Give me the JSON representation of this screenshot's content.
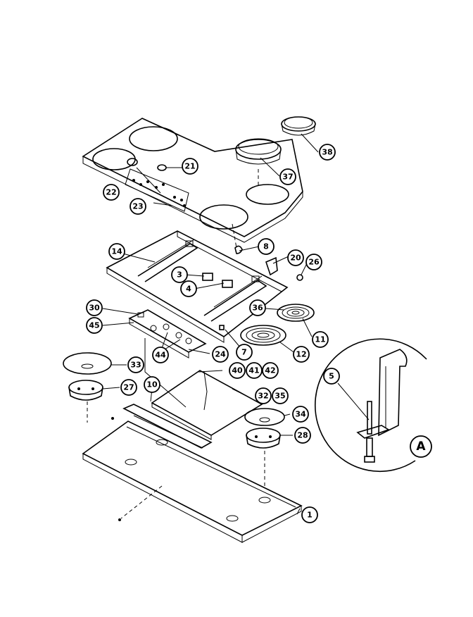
{
  "callouts": {
    "c1": "1",
    "c3": "3",
    "c4": "4",
    "c5": "5",
    "c7": "7",
    "c8": "8",
    "c10": "10",
    "c11": "11",
    "c12": "12",
    "c14": "14",
    "c20": "20",
    "c21": "21",
    "c22": "22",
    "c23": "23",
    "c24": "24",
    "c26": "26",
    "c27": "27",
    "c28": "28",
    "c30": "30",
    "c32": "32",
    "c33": "33",
    "c34": "34",
    "c35": "35",
    "c36": "36",
    "c37": "37",
    "c38": "38",
    "c40": "40",
    "c41": "41",
    "c42": "42",
    "c44": "44",
    "c45": "45",
    "cA": "A"
  }
}
